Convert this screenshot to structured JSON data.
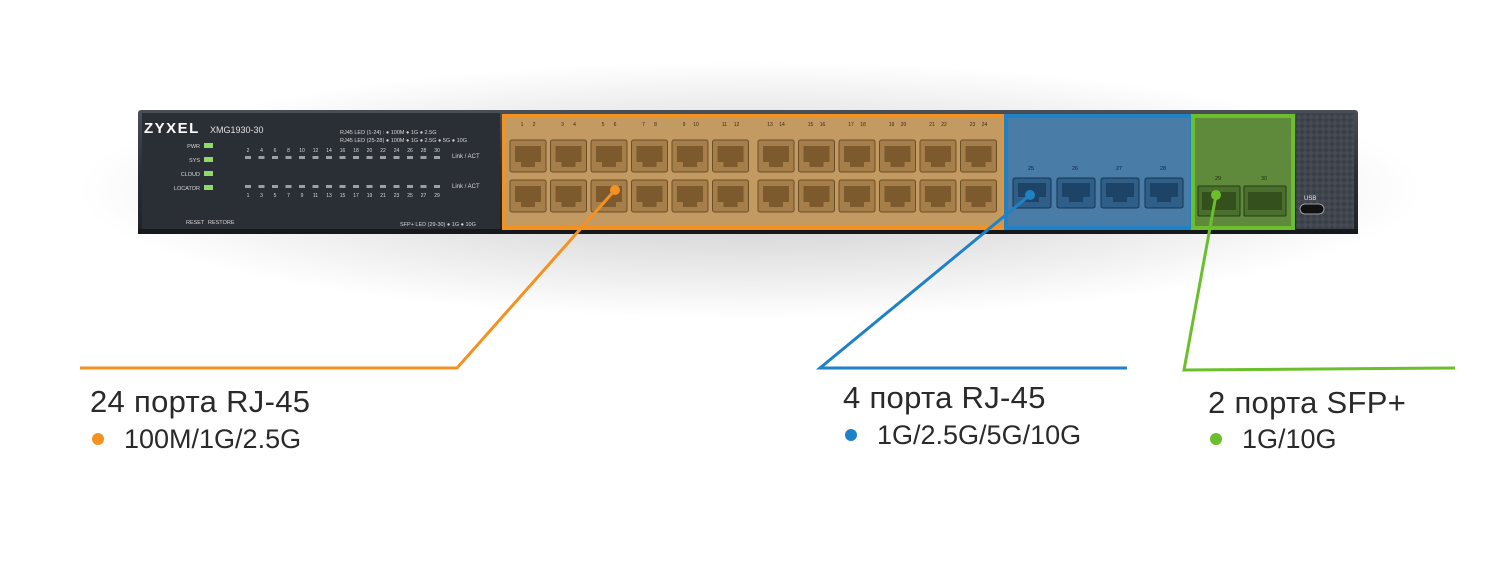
{
  "device": {
    "brand": "ZYXEL",
    "model": "XMG1930-30",
    "led_labels": [
      "PWR",
      "SYS",
      "CLOUD",
      "LOCATOR"
    ],
    "buttons": [
      "RESET",
      "RESTORE"
    ],
    "legend_line1": "RJ45 LED (1-24) : ● 100M ● 1G ● 2.5G",
    "legend_line2": "RJ45 LED (25-28) ● 100M ● 1G ● 2.5G ● 5G ● 10G",
    "legend_line3": "SFP+ LED (29-30) ● 1G ● 10G",
    "link_act": "Link / ACT",
    "top_port_numbers": [
      "2",
      "4",
      "6",
      "8",
      "10",
      "12",
      "14",
      "16",
      "18",
      "20",
      "22",
      "24",
      "26",
      "28",
      "30"
    ],
    "bottom_port_numbers": [
      "1",
      "3",
      "5",
      "7",
      "9",
      "11",
      "13",
      "15",
      "17",
      "19",
      "21",
      "23",
      "25",
      "27",
      "29"
    ],
    "rj45_top_numbers": [
      "1",
      "2",
      "3",
      "4",
      "5",
      "6",
      "7",
      "8",
      "9",
      "10",
      "11",
      "12",
      "13",
      "14",
      "15",
      "16",
      "17",
      "18",
      "19",
      "20",
      "21",
      "22",
      "23",
      "24"
    ],
    "mgig_numbers": [
      "25",
      "26",
      "27",
      "28"
    ],
    "sfp_numbers": [
      "29",
      "30"
    ],
    "usb_label": "USB"
  },
  "groups": [
    {
      "title": "24 порта RJ-45",
      "speed": "100M/1G/2.5G",
      "color": "#f39221"
    },
    {
      "title": "4 порта RJ-45",
      "speed": "1G/2.5G/5G/10G",
      "color": "#1f82c6"
    },
    {
      "title": "2 порта SFP+",
      "speed": "1G/10G",
      "color": "#6cbf2c"
    }
  ]
}
